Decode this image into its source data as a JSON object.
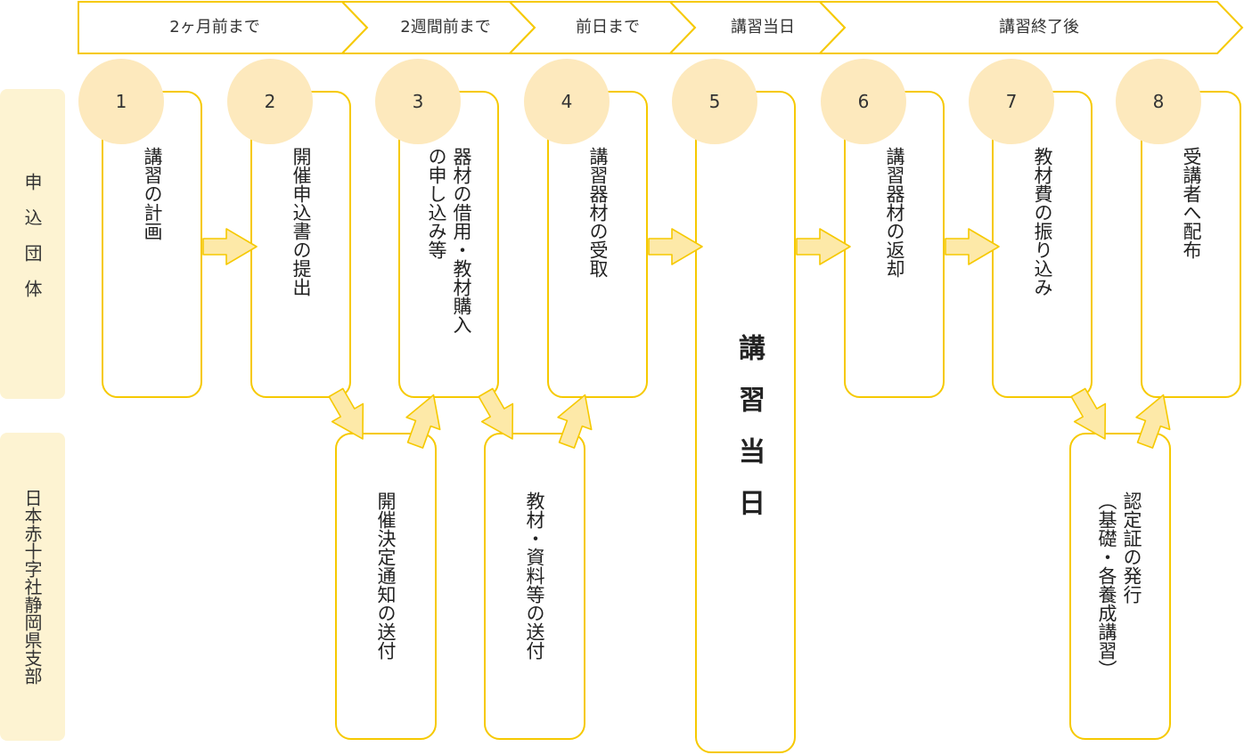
{
  "phases": [
    "2ヶ月前まで",
    "2週間前まで",
    "前日まで",
    "講習当日",
    "講習終了後"
  ],
  "lanes": {
    "applicant": "申込団体",
    "redcross": "日本赤十字社静岡県支部"
  },
  "steps": [
    {
      "number": "1",
      "text": "講習の計画"
    },
    {
      "number": "2",
      "text": "開催申込書の提出"
    },
    {
      "number": "3",
      "text": "器材の借用・教材購入\nの申し込み等"
    },
    {
      "number": "4",
      "text": "講習器材の受取"
    },
    {
      "number": "5",
      "text": "講習当日"
    },
    {
      "number": "6",
      "text": "講習器材の返却"
    },
    {
      "number": "7",
      "text": "教材費の振り込み"
    },
    {
      "number": "8",
      "text": "受講者へ配布"
    }
  ],
  "redcross_tasks": [
    {
      "text": "開催決定通知の送付"
    },
    {
      "text": "教材・資料等の送付"
    },
    {
      "text": "認定証の発行\n（基礎・各養成講習）"
    }
  ],
  "colors": {
    "box_border": "#f6c900",
    "circle_fill": "#fde9bd",
    "lane_fill": "#fdf3d2",
    "arrow_fill": "#fde9a8",
    "arrow_stroke": "#f6c900",
    "chevron_stroke": "#f6c900"
  }
}
